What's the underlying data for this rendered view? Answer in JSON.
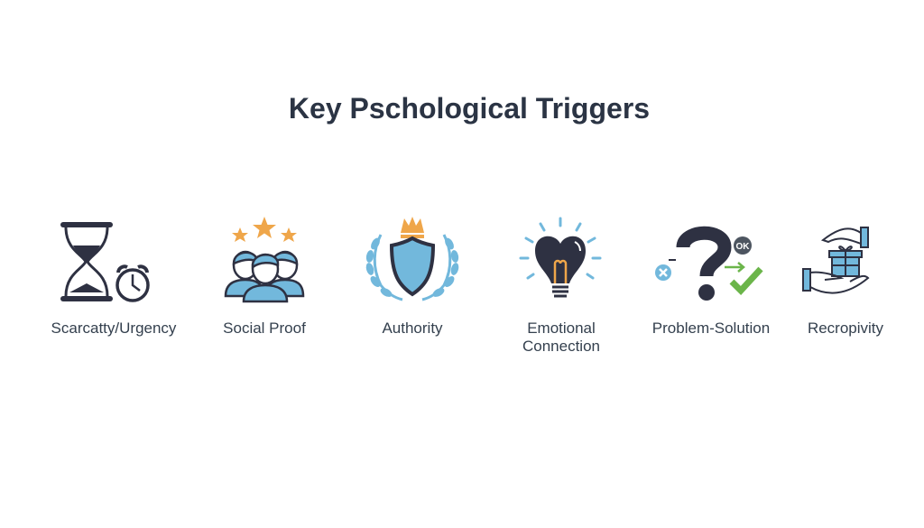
{
  "title": "Key Pschological Triggers",
  "colors": {
    "dark": "#2e3142",
    "blue": "#72b8dc",
    "orange": "#efa64a",
    "green": "#6bb54a"
  },
  "triggers": [
    {
      "label": "Scarcatty/Urgency",
      "icon": "hourglass-clock-icon"
    },
    {
      "label": "Social Proof",
      "icon": "people-stars-icon"
    },
    {
      "label": "Authority",
      "icon": "shield-crown-laurel-icon"
    },
    {
      "label": "Emotional Connection",
      "icon": "heart-lightbulb-icon"
    },
    {
      "label": "Problem-Solution",
      "icon": "question-check-icon",
      "badge": "OK"
    },
    {
      "label": "Recropivity",
      "icon": "hands-gift-icon"
    }
  ]
}
